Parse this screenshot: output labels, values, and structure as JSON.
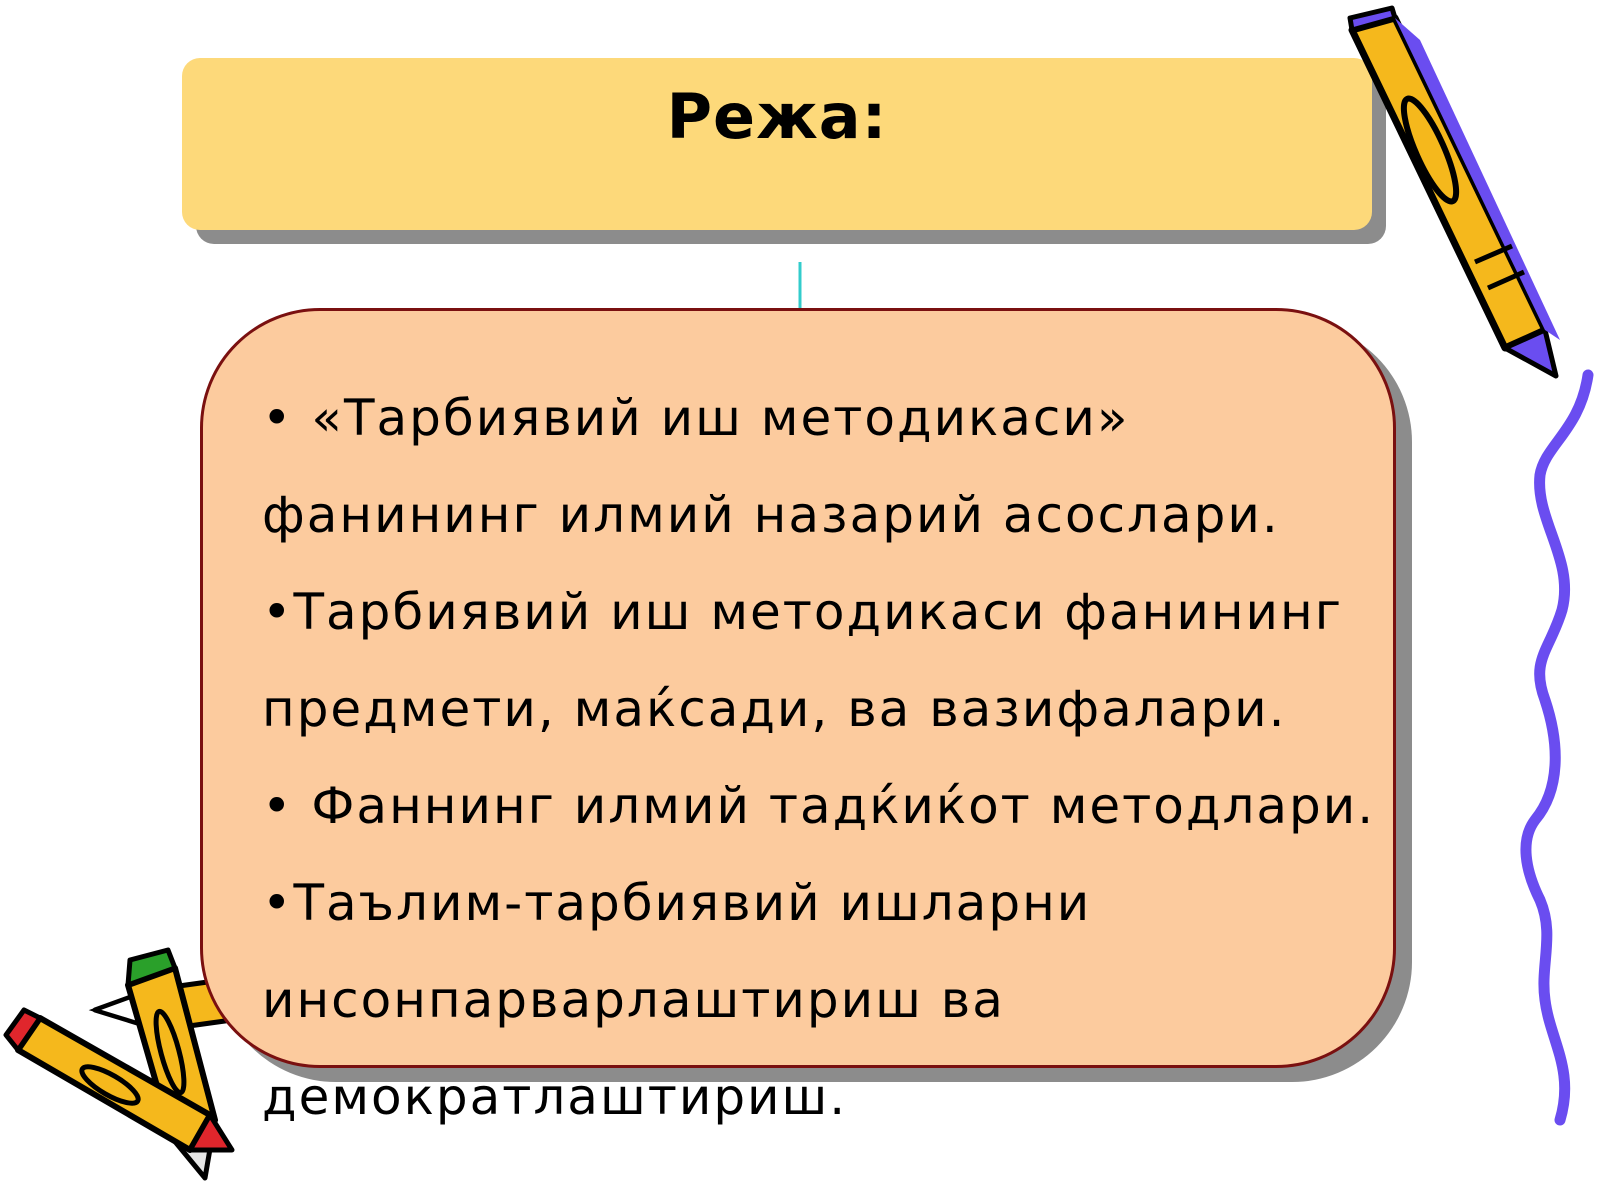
{
  "slide": {
    "title": "Режа:",
    "bullets": [
      "• «Тарбиявий иш методикаси» фанининг илмий назарий асослари.",
      "•Тарбиявий иш методикаси фанининг предмети, маќсади, ва вазифалари.",
      "• Фаннинг илмий тадќиќот методлари.",
      "•Таълим-тарбиявий ишларни инсонпарварлаштириш ва демократлаштириш."
    ]
  },
  "colors": {
    "title_fill": "#fdd97a",
    "content_fill": "#fccb9e",
    "content_border": "#7a1010",
    "shadow": "#8c8c8c",
    "connector": "#33cccc",
    "squiggle": "#6a4df0",
    "pencil_body": "#f5b81c",
    "pencil_tip": "#6a4df0"
  },
  "decorations": {
    "top_right": "pencil-icon",
    "right_edge": "squiggle-line-icon",
    "bottom_left": "pencils-bundle-icon"
  }
}
